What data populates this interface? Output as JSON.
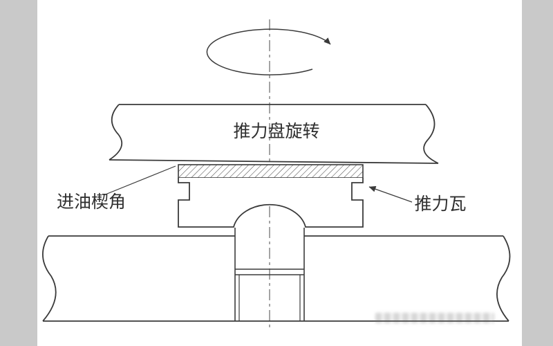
{
  "diagram": {
    "rotation_label": "推力盘旋转",
    "wedge_label": "进油楔角",
    "pad_label": "推力瓦"
  },
  "colors": {
    "line": "#3a3a3a",
    "background": "#ffffff",
    "side_strip": "#c9c9c9",
    "hatch": "#4a4a4a"
  }
}
